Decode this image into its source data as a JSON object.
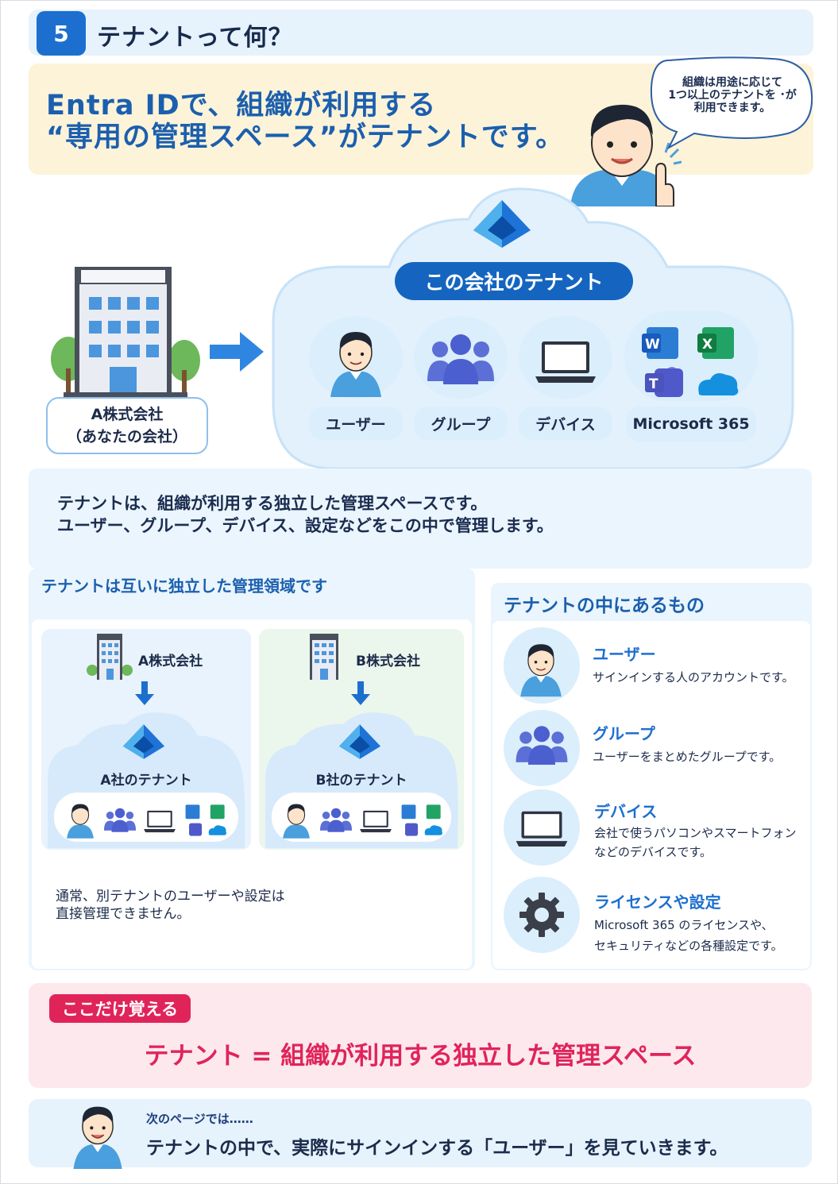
{
  "header": {
    "section_number": "5",
    "title": "テナントって何？"
  },
  "hero": {
    "line1": "Entra IDで、組織が利用する",
    "line2": "“専用の管理スペース”がテナントです。",
    "speech_line1": "組織は用途に応じて",
    "speech_line2": "1つ以上のテナントを ･が",
    "speech_line3": "利用できます。"
  },
  "diagram": {
    "company_name": "A株式会社",
    "company_note": "（あなたの会社）",
    "tenant_label": "この会社のテナント",
    "items": [
      {
        "label": "ユーザー",
        "icon": "user-icon"
      },
      {
        "label": "グループ",
        "icon": "group-icon"
      },
      {
        "label": "デバイス",
        "icon": "laptop-icon"
      },
      {
        "label": "Microsoft 365",
        "icon": "m365-apps-icon"
      }
    ]
  },
  "description": {
    "line1": "テナントは、組織が利用する独立した管理スペースです。",
    "line2": "ユーザー、グループ、デバイス、設定などをこの中で管理します。"
  },
  "independent_section": {
    "title": "テナントは互いに独立した管理領域です",
    "company_a": "A株式会社",
    "company_b": "B株式会社",
    "tenant_a": "A社のテナント",
    "tenant_b": "B社のテナント",
    "note_line1": "通常、別テナントのユーザーや設定は",
    "note_line2": "直接管理できません。"
  },
  "contents_section": {
    "title": "テナントの中にあるもの",
    "items": [
      {
        "title": "ユーザー",
        "desc1": "サインインする人のアカウントです。",
        "desc2": "",
        "icon": "user-icon"
      },
      {
        "title": "グループ",
        "desc1": "ユーザーをまとめたグループです。",
        "desc2": "",
        "icon": "group-icon"
      },
      {
        "title": "デバイス",
        "desc1": "会社で使うパソコンやスマートフォン",
        "desc2": "などのデバイスです。",
        "icon": "laptop-icon"
      },
      {
        "title": "ライセンスや設定",
        "desc1": "Microsoft 365 のライセンスや、",
        "desc2": "セキュリティなどの各種設定です。",
        "icon": "gear-icon"
      }
    ]
  },
  "key_point": {
    "badge": "ここだけ覚える",
    "text": "テナント = 組織が利用する独立した管理スペース"
  },
  "footer": {
    "small": "次のページでは……",
    "main": "テナントの中で、実際にサインインする「ユーザー」を見ていきます。"
  },
  "colors": {
    "primary_blue": "#1d6fcf",
    "dark_blue": "#1565c0",
    "accent_pink": "#e0245a",
    "hero_bg": "#fcf3d9",
    "light_blue_bg": "#e6f2fc"
  }
}
